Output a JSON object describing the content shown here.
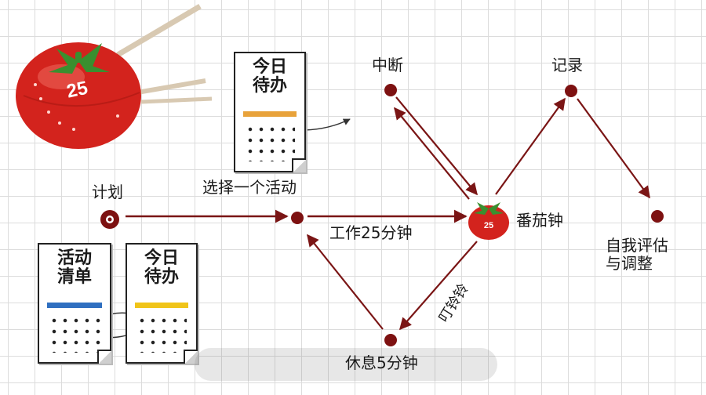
{
  "colors": {
    "tomato": "#d3231d",
    "node": "#7d1111",
    "arrow": "#7a1515",
    "leaf": "#3a8f2f",
    "list_bar_blue": "#2f6fc0",
    "list_bar_yellow": "#f0c419",
    "todo_bar_orange": "#e8a23a"
  },
  "tomato_badge": "25",
  "labels": {
    "plan": "计划",
    "choose": "选择一个活动",
    "work": "工作25分钟",
    "interrupt": "中断",
    "record": "记录",
    "pomodoro": "番茄钟",
    "self_eval": "自我评估\n与调整",
    "ring": "叮铃铃",
    "rest": "休息5分钟"
  },
  "docs": {
    "todo_top": {
      "title": "今日\n待办"
    },
    "activity_list": {
      "title": "活动\n清单"
    },
    "todo_bottom": {
      "title": "今日\n待办"
    }
  }
}
